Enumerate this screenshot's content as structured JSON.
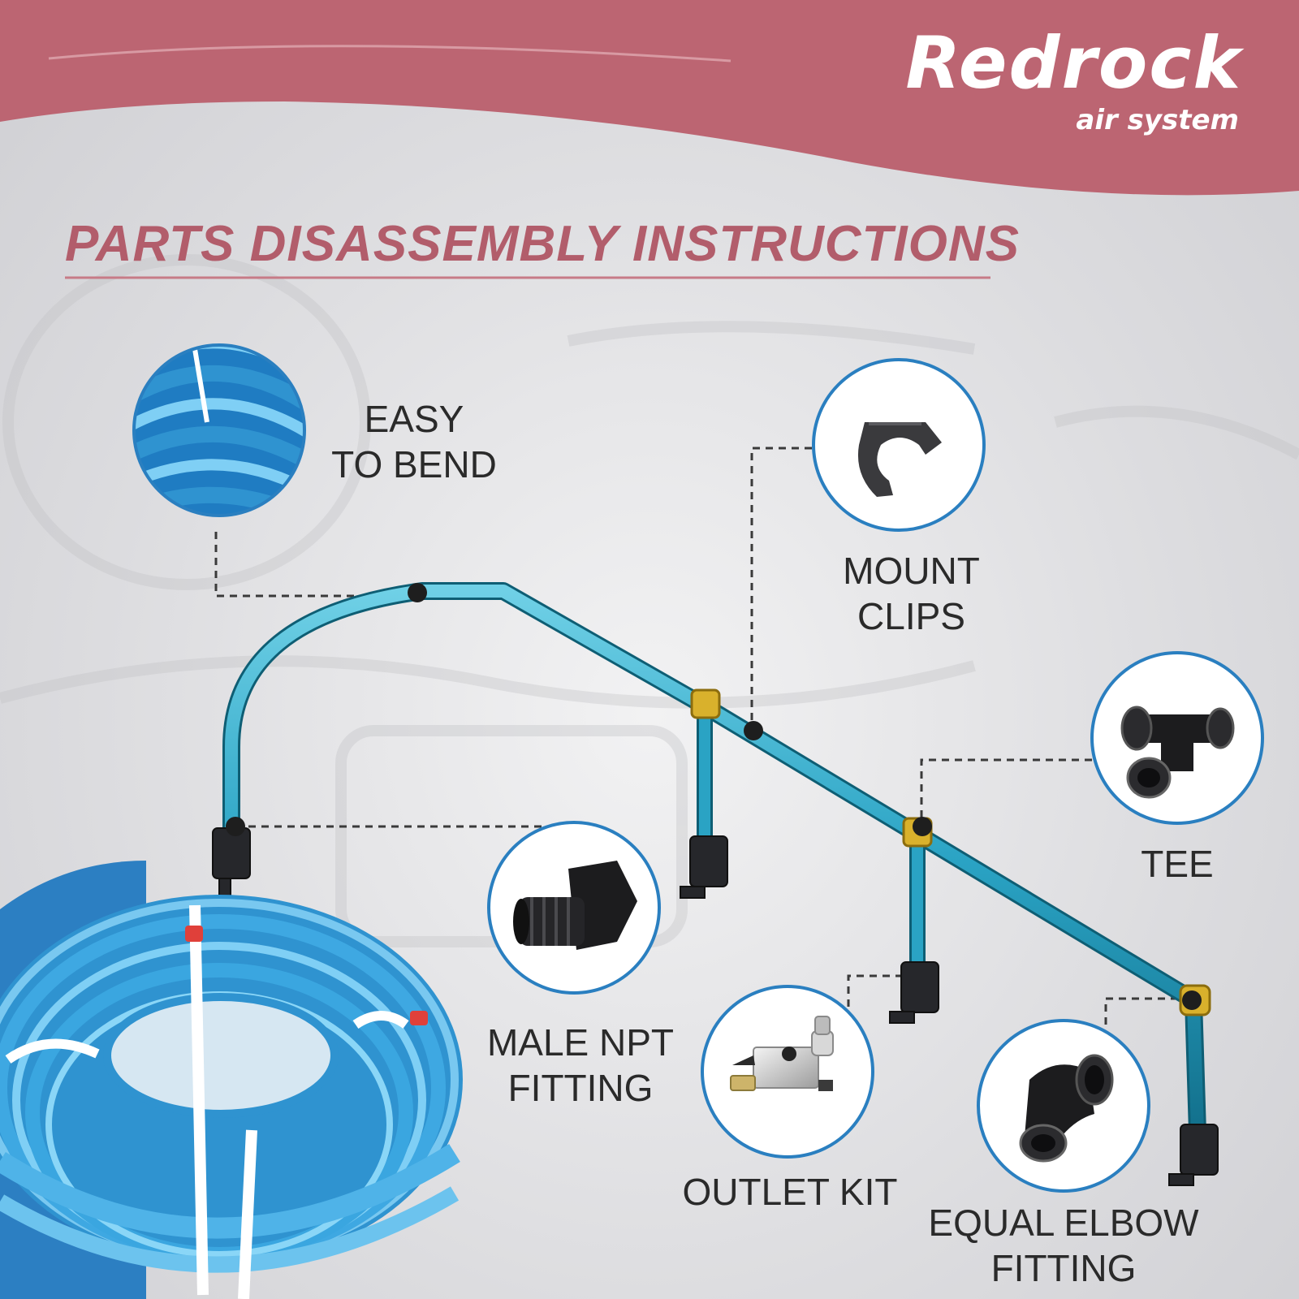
{
  "brand": {
    "name": "Redrock",
    "tagline": "air system"
  },
  "title": "PARTS DISASSEMBLY INSTRUCTIONS",
  "parts": [
    {
      "lines": [
        "EASY",
        "TO BEND"
      ]
    },
    {
      "lines": [
        "MOUNT",
        "CLIPS"
      ]
    },
    {
      "lines": [
        "TEE"
      ]
    },
    {
      "lines": [
        "MALE NPT",
        "FITTING"
      ]
    },
    {
      "lines": [
        "OUTLET KIT"
      ]
    },
    {
      "lines": [
        "EQUAL ELBOW",
        "FITTING"
      ]
    }
  ],
  "colors": {
    "banner": "#bc6572",
    "title": "#b25d6b",
    "pipe": "#2da8c8",
    "hose": "#3aa6e0",
    "callout_ring": "#2a7fc0",
    "fitting": "#1c1c1e",
    "brass": "#d9b12c"
  }
}
